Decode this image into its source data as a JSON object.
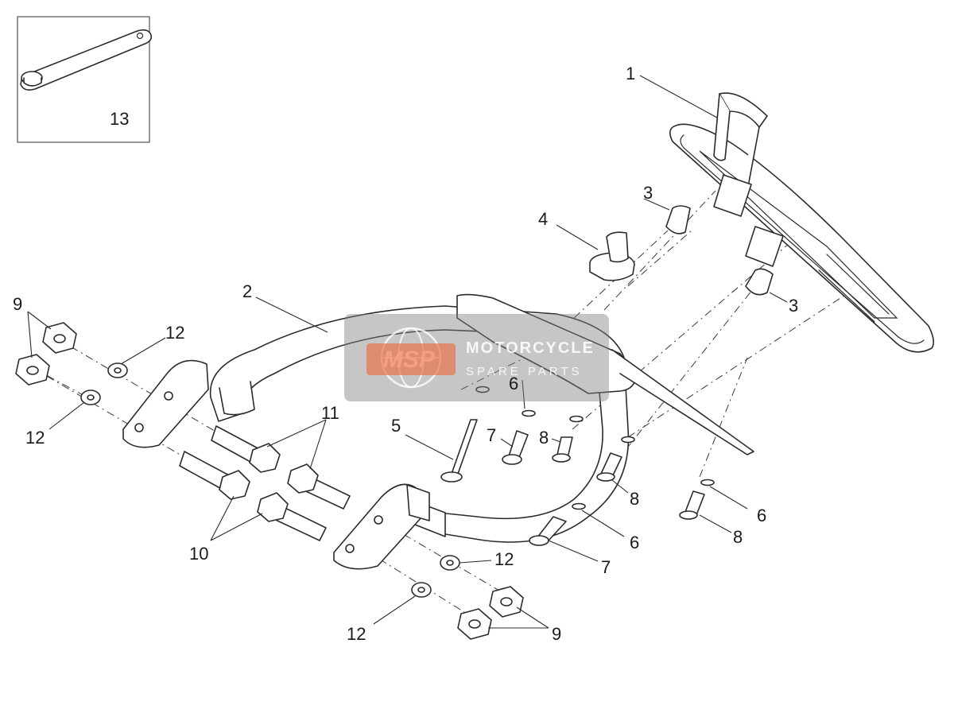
{
  "callouts": {
    "c1": "1",
    "c2": "2",
    "c3a": "3",
    "c3b": "3",
    "c4": "4",
    "c5": "5",
    "c6a": "6",
    "c6b": "6",
    "c6c": "6",
    "c7a": "7",
    "c7b": "7",
    "c8a": "8",
    "c8b": "8",
    "c8c": "8",
    "c9a": "9",
    "c9b": "9",
    "c10": "10",
    "c11": "11",
    "c12a": "12",
    "c12b": "12",
    "c12c": "12",
    "c12d": "12",
    "c13": "13"
  },
  "watermark": {
    "logo": "MSP",
    "title": "MOTORCYCLE",
    "subtitle": "SPARE PARTS",
    "logo_color": "#e8734a"
  },
  "colors": {
    "line": "#2b2b2b",
    "background": "#ffffff",
    "watermark_bg": "#808080"
  }
}
